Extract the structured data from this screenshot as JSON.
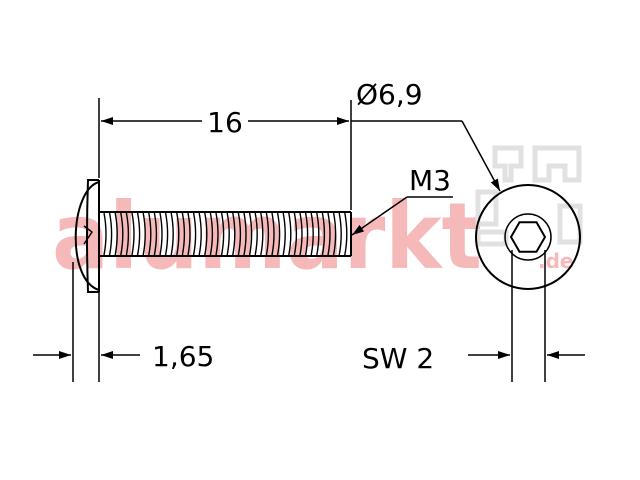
{
  "drawing": {
    "dimensions": {
      "length": "16",
      "head_diameter": "Ø6,9",
      "thread": "M3",
      "head_height": "1,65",
      "wrench_size": "SW 2"
    },
    "watermark": {
      "text": "alumarkt",
      "domain": ".de",
      "color": "#f08080"
    },
    "colors": {
      "line": "#000000",
      "background": "#ffffff"
    }
  }
}
